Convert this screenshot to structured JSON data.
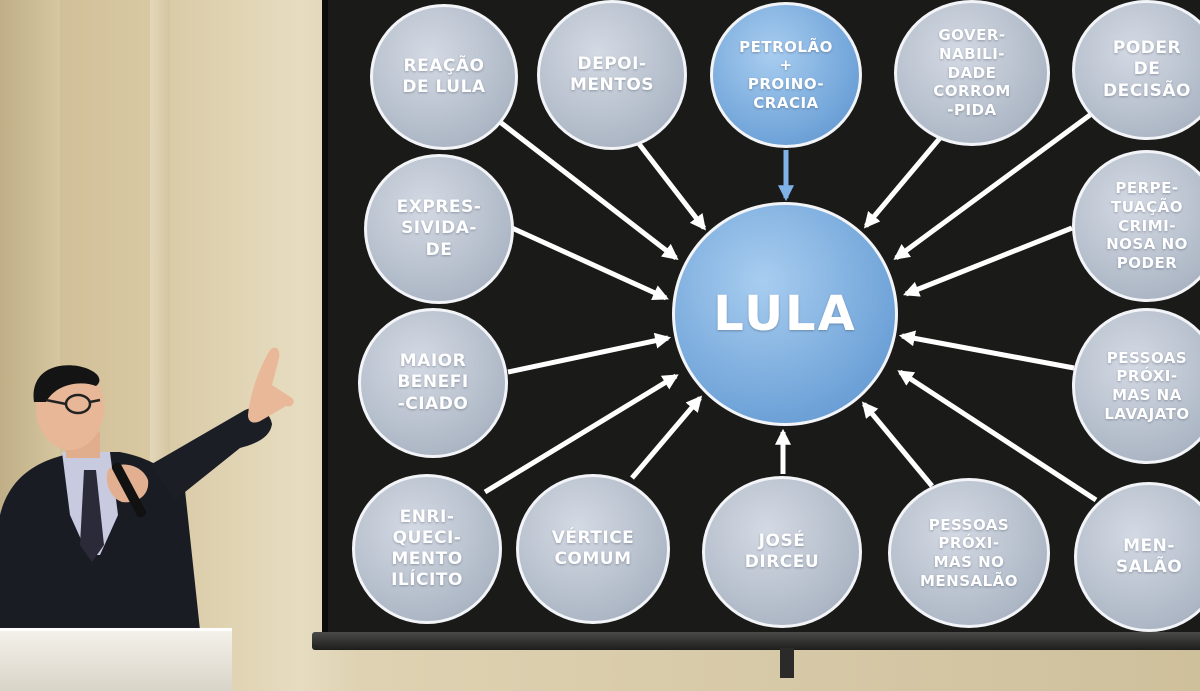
{
  "scene": {
    "description_colors": {
      "wall": "#d8c8a2",
      "screen": "#1a1a18",
      "node_gray": "#aeb8c6",
      "node_blue": "#6fa3d8",
      "arrow": "#ffffff",
      "arrow_blue": "#7fb3e8"
    }
  },
  "diagram": {
    "center": "LULA",
    "nodes": [
      {
        "id": "reacao",
        "text": "REAÇÃO\nDE LULA"
      },
      {
        "id": "depoimentos",
        "text": "DEPOI-\nMENTOS"
      },
      {
        "id": "petrolao",
        "text": "PETROLÃO\n+\nPROINO-\nCRACIA"
      },
      {
        "id": "governabilidade",
        "text": "GOVER-\nNABILI-\nDADE\nCORROM\n-PIDA"
      },
      {
        "id": "poder",
        "text": "PODER\nDE\nDECISÃO"
      },
      {
        "id": "expressividade",
        "text": "EXPRES-\nSIVIDA-\nDE"
      },
      {
        "id": "perpetuacao",
        "text": "PERPE-\nTUAÇÃO\nCRIMI-\nNOSA NO\nPODER"
      },
      {
        "id": "maior",
        "text": "MAIOR\nBENEFI\n-CIADO"
      },
      {
        "id": "pessoas_lavajato",
        "text": "PESSOAS\nPRÓXI-\nMAS NA\nLAVAJATO"
      },
      {
        "id": "enriquecimento",
        "text": "ENRI-\nQUECI-\nMENTO\nILÍCITO"
      },
      {
        "id": "vertice",
        "text": "VÉRTICE\nCOMUM"
      },
      {
        "id": "jose",
        "text": "JOSÉ\nDIRCEU"
      },
      {
        "id": "pessoas_mensalao",
        "text": "PESSOAS\nPRÓXI-\nMAS NO\nMENSALÃO"
      },
      {
        "id": "mensalao",
        "text": "MEN-\nSALÃO"
      }
    ]
  }
}
